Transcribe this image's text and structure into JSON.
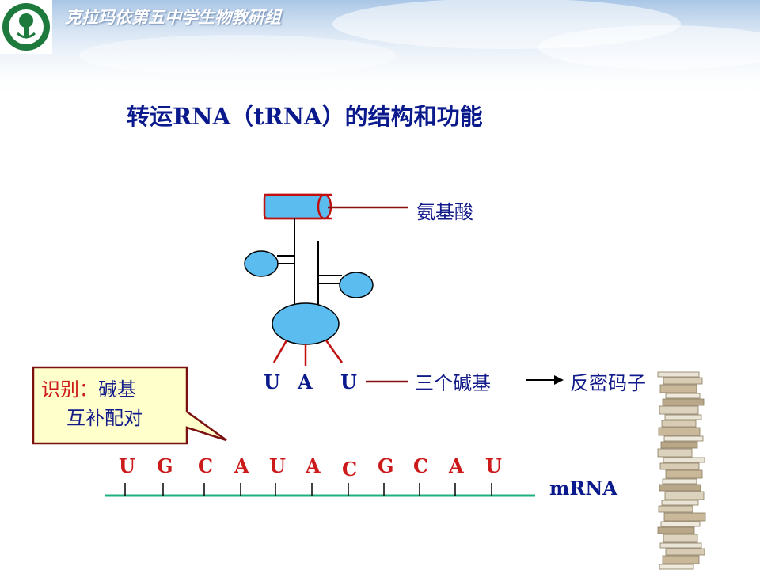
{
  "header": {
    "org_title": "克拉玛依第五中学生物教研组"
  },
  "slide": {
    "title": "转运RNA（tRNA）的结构和功能"
  },
  "labels": {
    "amino_acid": "氨基酸",
    "three_bases": "三个碱基",
    "anticodon": "反密码子",
    "mrna": "mRNA"
  },
  "callout": {
    "line1_highlight": "识别：",
    "line1_rest": "碱基",
    "line2": "互补配对"
  },
  "anticodon_bases": [
    "U",
    "A",
    "U"
  ],
  "mrna_bases": [
    "U",
    "G",
    "C",
    "A",
    "U",
    "A",
    "C",
    "G",
    "C",
    "A",
    "U"
  ],
  "colors": {
    "title": "#0a1a8c",
    "base_red": "#cc1a1a",
    "trna_fill": "#5bbcf0",
    "callout_fill": "#ffffcc",
    "callout_border": "#7a1010",
    "strand": "#20b080"
  }
}
